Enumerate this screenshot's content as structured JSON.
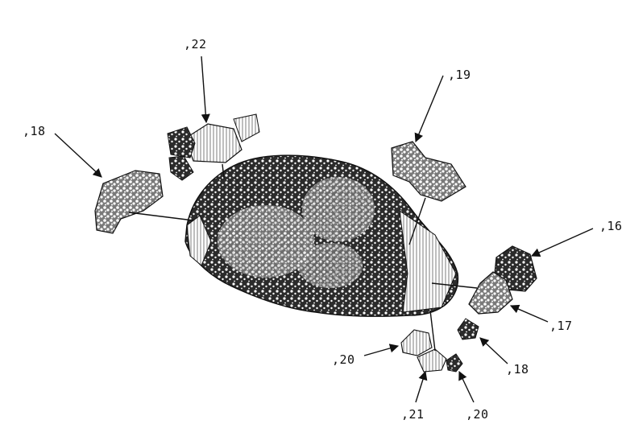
{
  "labels": {
    "l22": ",22",
    "l19": ",19",
    "l18_top": ",18",
    "l16": ",16",
    "l17": ",17",
    "l18_bottom": ",18",
    "l20_left": ",20",
    "l21": ",21",
    "l20_bottom": ",20"
  },
  "colors": {
    "ink": "#111111",
    "background": "#ffffff"
  }
}
